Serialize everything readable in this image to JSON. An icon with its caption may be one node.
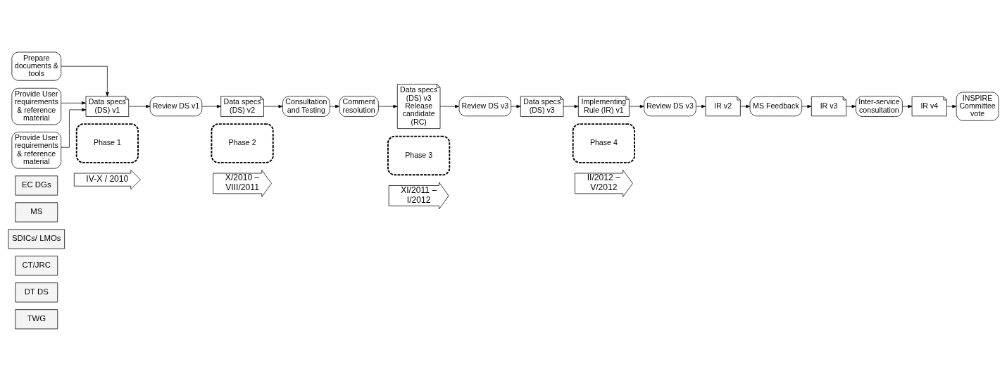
{
  "diagram": {
    "nodes": [
      {
        "text": [
          "IV-X / 2010"
        ]
      },
      {
        "text": [
          "X/2010 – VIII/2011"
        ]
      },
      {
        "text": [
          "XI/2011 – I/2012"
        ]
      },
      {
        "text": [
          "II/2012 – V/2012"
        ]
      },
      {
        "text": [
          "TWG"
        ]
      },
      {
        "text": [
          "DT DS"
        ]
      },
      {
        "text": [
          "CT/JRC"
        ]
      },
      {
        "text": [
          "SDICs/ LMOs"
        ]
      },
      {
        "text": [
          "MS"
        ]
      },
      {
        "text": [
          "EC DGs"
        ]
      },
      {
        "text": [
          "Phase 1"
        ]
      },
      {
        "text": [
          "Phase 2"
        ]
      },
      {
        "text": [
          "Phase 3"
        ]
      },
      {
        "text": [
          "Phase 4"
        ]
      },
      {
        "text": [
          "Prepare documents & tools"
        ]
      },
      {
        "text": [
          "Provide User requirements & reference material"
        ]
      },
      {
        "text": [
          "Provide User requirements & reference material"
        ]
      },
      {
        "text": [
          "Data specs (DS) v1"
        ]
      },
      {
        "text": [
          "Review DS v1"
        ]
      },
      {
        "text": [
          "Data specs (DS) v2"
        ]
      },
      {
        "text": [
          "Consultation and Testing"
        ]
      },
      {
        "text": [
          "Comment resolution"
        ]
      },
      {
        "text": [
          "Data specs (DS) v3 Release candidate (RC)"
        ]
      },
      {
        "text": [
          "Review DS v3"
        ]
      },
      {
        "text": [
          "Data specs (DS) v3"
        ]
      },
      {
        "text": [
          "Implementing Rule (IR) v1"
        ]
      },
      {
        "text": [
          "Review DS v3"
        ]
      },
      {
        "text": [
          "IR v2"
        ]
      },
      {
        "text": [
          "MS Feedback"
        ]
      },
      {
        "text": [
          "IR v3"
        ]
      },
      {
        "text": [
          "Inter-service consultation"
        ]
      },
      {
        "text": [
          "IR v4"
        ]
      },
      {
        "text": [
          "INSPIRE Committee vote"
        ]
      }
    ],
    "edges": [
      {
        "from": 14,
        "to": 17,
        "arrow": "to"
      },
      {
        "from": 15,
        "to": 17,
        "arrow": "to"
      },
      {
        "from": 16,
        "to": 17,
        "arrow": "to"
      },
      {
        "from": 17,
        "to": 18,
        "arrow": "to"
      },
      {
        "from": 18,
        "to": 19,
        "arrow": "to"
      },
      {
        "from": 19,
        "to": 20,
        "arrow": "to"
      },
      {
        "from": 20,
        "to": 21,
        "arrow": "to"
      },
      {
        "from": 21,
        "to": 22,
        "arrow": "to"
      },
      {
        "from": 22,
        "to": 23,
        "arrow": "to"
      },
      {
        "from": 23,
        "to": 24,
        "arrow": "to"
      },
      {
        "from": 24,
        "to": 25,
        "arrow": "to"
      },
      {
        "from": 25,
        "to": 26,
        "arrow": "to"
      },
      {
        "from": 26,
        "to": 27,
        "arrow": "to"
      },
      {
        "from": 27,
        "to": 28,
        "arrow": "to"
      },
      {
        "from": 28,
        "to": 29,
        "arrow": "to"
      },
      {
        "from": 29,
        "to": 30,
        "arrow": "to"
      },
      {
        "from": 30,
        "to": 31,
        "arrow": "to"
      },
      {
        "from": 31,
        "to": 32,
        "arrow": "to"
      }
    ]
  }
}
